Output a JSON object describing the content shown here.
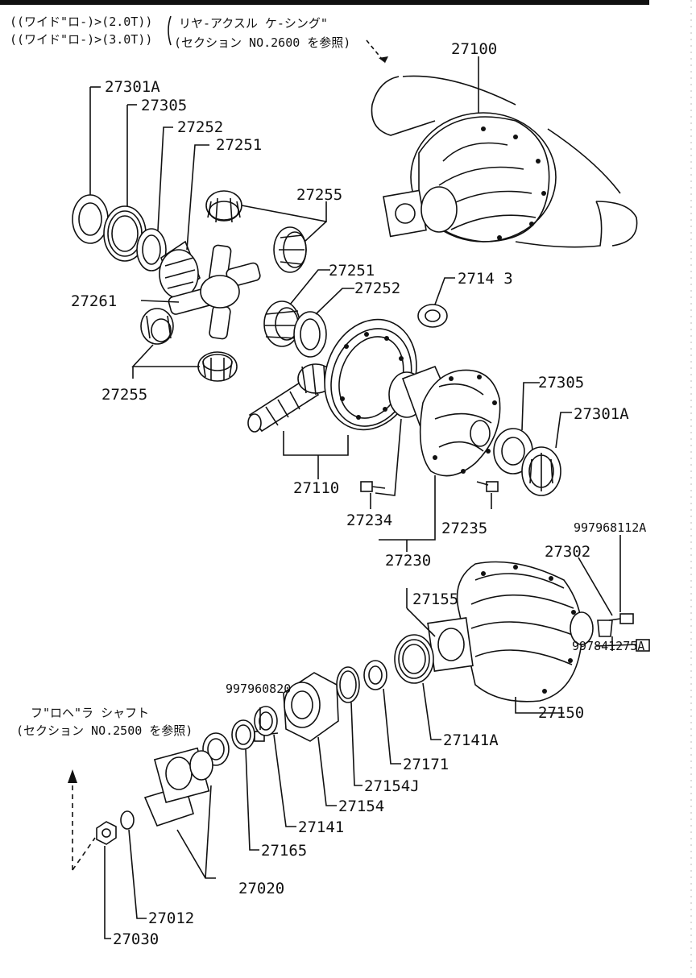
{
  "header": {
    "line1": "((ワイド\"ロ-)>(2.0T))",
    "line2": "((ワイド\"ロ-)>(3.0T))",
    "ref_top_1": "リヤ-アクスル ケ-シング\"",
    "ref_top_2": "(セクション NO.2600 を参照)",
    "ref_bottom_1": "フ\"ロヘ\"ラ シャフト",
    "ref_bottom_2": "(セクション NO.2500 を参照)"
  },
  "labels": {
    "p27100": "27100",
    "p27301A_top": "27301A",
    "p27305_top": "27305",
    "p27252_top": "27252",
    "p27251_top": "27251",
    "p27255_right": "27255",
    "p27251_mid": "27251",
    "p27252_mid": "27252",
    "p27143": "2714 3",
    "p27261": "27261",
    "p27255_left": "27255",
    "p27305_right": "27305",
    "p27301A_right": "27301A",
    "p27110": "27110",
    "p27234": "27234",
    "p27235": "27235",
    "p27230": "27230",
    "p27155": "27155",
    "p997968112A": "997968112A",
    "p27302": "27302",
    "p997841275A": "997841275A",
    "p27150": "27150",
    "p997960820": "997960820",
    "p27141A": "27141A",
    "p27171": "27171",
    "p27154J": "27154J",
    "p27154": "27154",
    "p27141": "27141",
    "p27165": "27165",
    "p27020": "27020",
    "p27012": "27012",
    "p27030": "27030"
  }
}
